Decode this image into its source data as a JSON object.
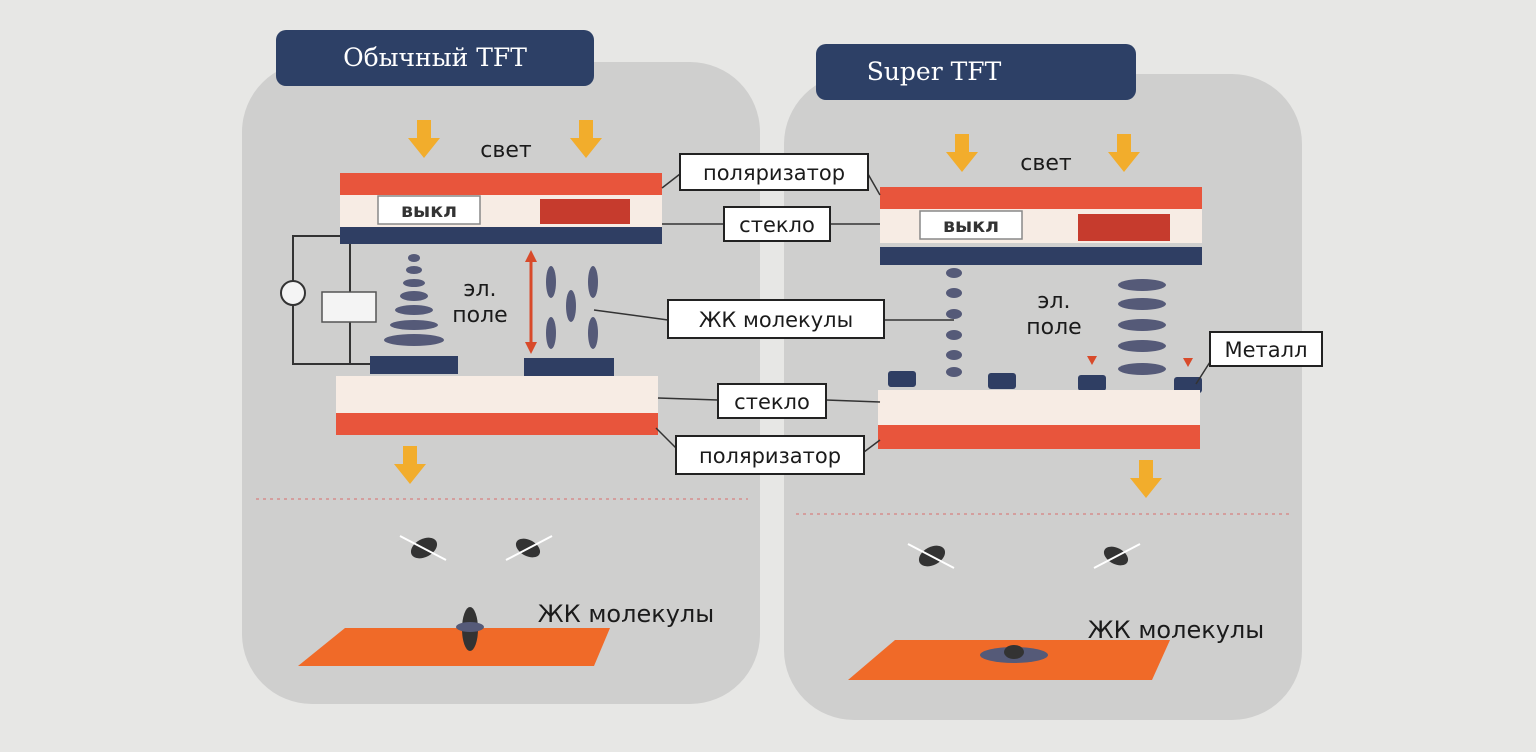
{
  "left_panel": {
    "title": "Обычный TFT",
    "light": "свет",
    "off": "выкл",
    "field_line1": "эл.",
    "field_line2": "поле",
    "lc_molecules": "ЖК молекулы"
  },
  "right_panel": {
    "title": "Super TFT",
    "light": "свет",
    "off": "выкл",
    "field_line1": "эл.",
    "field_line2": "поле",
    "lc_molecules": "ЖК молекулы"
  },
  "callouts": {
    "polarizer_top": "поляризатор",
    "glass_top": "стекло",
    "lc_molecules": "ЖК молекулы",
    "metal": "Металл",
    "glass_bottom": "стекло",
    "polarizer_bottom": "поляризатор"
  },
  "colors": {
    "panel_bg": "#cfcfce",
    "title_bg": "#2d4066",
    "polarizer": "#e8553c",
    "electrode": "#2f3e63",
    "molecule": "#555a78",
    "arrow": "#f2ad2c",
    "floor": "#f06a28",
    "field_line": "#d84a2a"
  }
}
